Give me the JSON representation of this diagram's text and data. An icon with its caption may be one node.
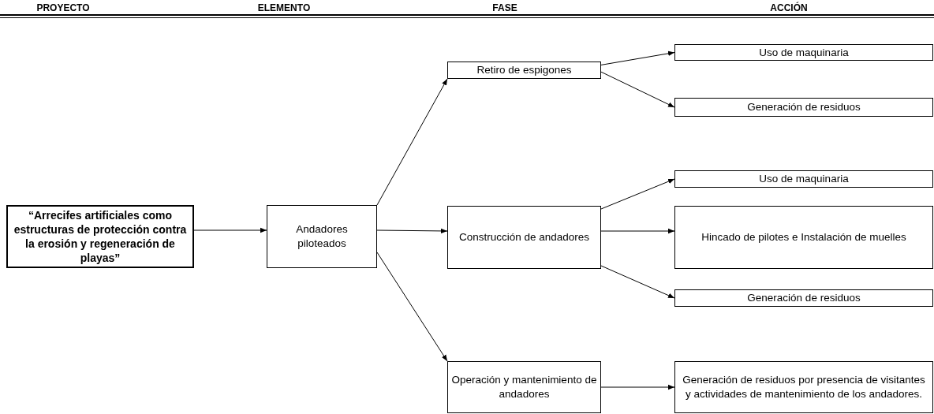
{
  "diagram": {
    "nodes": [
      {
        "text": [
          "“Arrecifes artificiales como estructuras de protección contra la erosión y regeneración de playas”"
        ]
      },
      {
        "text": [
          "Andadores piloteados"
        ]
      },
      {
        "text": [
          "Retiro de espigones"
        ]
      },
      {
        "text": [
          "Uso de maquinaria"
        ]
      },
      {
        "text": [
          "Generación de residuos"
        ]
      },
      {
        "text": [
          "Construcción de andadores"
        ]
      },
      {
        "text": [
          "Uso de maquinaria"
        ]
      },
      {
        "text": [
          "Hincado de pilotes e Instalación de muelles"
        ]
      },
      {
        "text": [
          "Generación de residuos"
        ]
      },
      {
        "text": [
          "Operación y mantenimiento de andadores"
        ]
      },
      {
        "text": [
          "Generación de residuos por presencia de visitantes y actividades de mantenimiento de los andadores."
        ]
      }
    ],
    "edges": [
      {
        "from": 0,
        "to": 1,
        "arrow": "to"
      },
      {
        "from": 1,
        "to": 2,
        "arrow": "to"
      },
      {
        "from": 1,
        "to": 5,
        "arrow": "to"
      },
      {
        "from": 1,
        "to": 9,
        "arrow": "to"
      },
      {
        "from": 2,
        "to": 3,
        "arrow": "to"
      },
      {
        "from": 2,
        "to": 4,
        "arrow": "to"
      },
      {
        "from": 5,
        "to": 6,
        "arrow": "to"
      },
      {
        "from": 5,
        "to": 7,
        "arrow": "to"
      },
      {
        "from": 5,
        "to": 8,
        "arrow": "to"
      },
      {
        "from": 9,
        "to": 10,
        "arrow": "to"
      }
    ],
    "labels": [
      "PROYECTO",
      "ELEMENTO",
      "FASE",
      "ACCIÓN"
    ]
  }
}
